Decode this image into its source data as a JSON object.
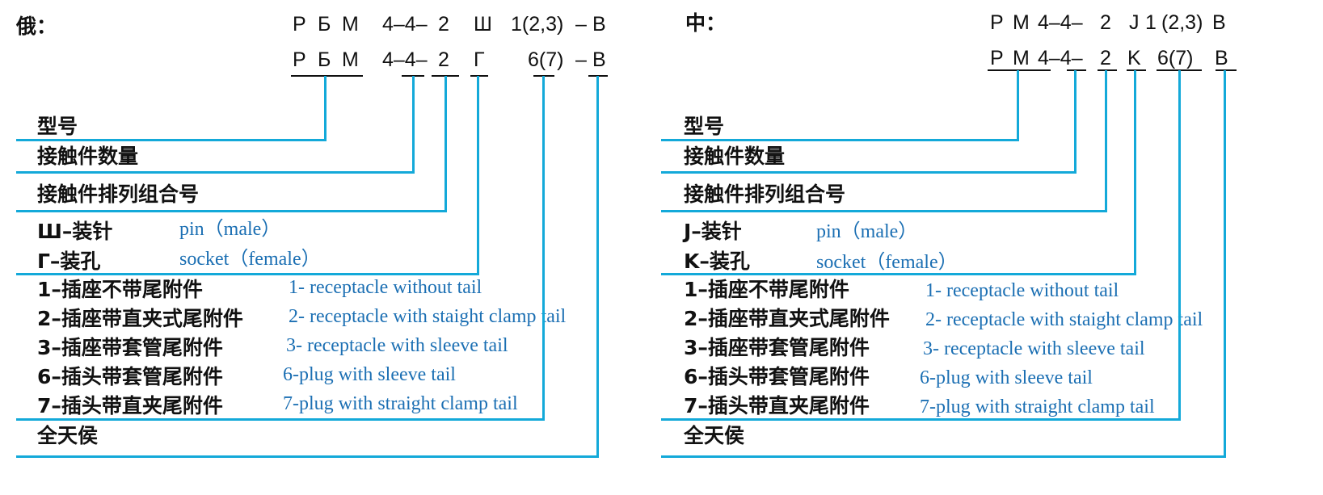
{
  "colors": {
    "line": "#13a9d9",
    "english_text": "#1b6fb3",
    "text": "#111111"
  },
  "russian": {
    "label": "俄：",
    "line1": [
      "Р",
      "Б",
      "М",
      "4–4–",
      "2",
      "Ш",
      "1(2,3)",
      "–",
      "В"
    ],
    "line2": [
      "Р",
      "Б",
      "М",
      "4–4–",
      "2",
      "Г",
      "6(7)",
      "–",
      "В"
    ]
  },
  "chinese": {
    "label": "中：",
    "line1": [
      "Р",
      "М",
      "4–4–",
      "2",
      "J",
      "1",
      "(2,3)",
      "В"
    ],
    "line2": [
      "Р",
      "М",
      "4–4–",
      "2",
      "K",
      "6(7)",
      "В"
    ]
  },
  "rows": {
    "model": "型号",
    "contact_count": "接触件数量",
    "contact_arrangement": "接触件排列组合号",
    "pin_ru": "Ш–装针",
    "socket_ru": "Г–装孔",
    "pin_cn": "J–装针",
    "socket_cn": "K–装孔",
    "pin_en": "pin（male）",
    "socket_en": "socket（female）",
    "opt1": "1–插座不带尾附件",
    "opt2": "2–插座带直夹式尾附件",
    "opt3": "3–插座带套管尾附件",
    "opt6": "6–插头带套管尾附件",
    "opt7": "7–插头带直夹尾附件",
    "opt1_en": "1- receptacle without tail",
    "opt2_en": "2- receptacle with staight clamp tail",
    "opt3_en": "3- receptacle with sleeve tail",
    "opt6_en": "6-plug with sleeve tail",
    "opt7_en": "7-plug with straight clamp tail",
    "all_weather": "全天侯"
  }
}
